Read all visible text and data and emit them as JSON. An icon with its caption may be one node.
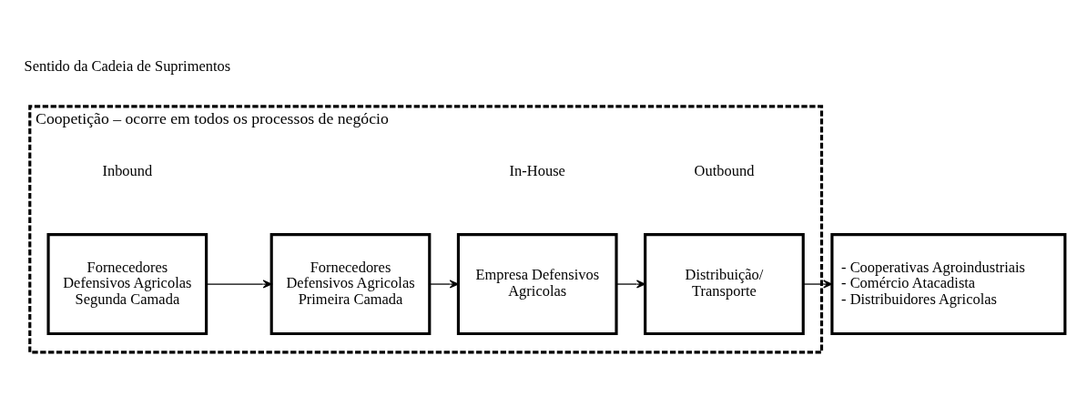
{
  "diagram": {
    "nodes": [
      {
        "text": [
          "Coopetição – ocorre em todos os processos de negócio"
        ]
      },
      {
        "text": [
          "Fornecedores Defensivos Agricolas Segunda Camada"
        ],
        "in": 0
      },
      {
        "text": [
          "Fornecedores Defensivos Agricolas Primeira Camada"
        ],
        "in": 0
      },
      {
        "text": [
          "Empresa Defensivos Agricolas"
        ],
        "in": 0
      },
      {
        "text": [
          "Distribuição/ Transporte"
        ],
        "in": 0
      },
      {
        "text": [
          "- Cooperativas Agroindustriais",
          "- Comércio Atacadista",
          "- Distribuidores Agricolas"
        ]
      }
    ],
    "edges": [
      {
        "from": 1,
        "to": 2,
        "arrow": "to"
      },
      {
        "from": 2,
        "to": 3,
        "arrow": "to"
      },
      {
        "from": 3,
        "to": 4,
        "arrow": "to"
      },
      {
        "from": 4,
        "to": 5,
        "arrow": "to"
      }
    ],
    "labels": [
      "Inbound",
      "In-House",
      "Outbound",
      "Sentido da Cadeia de Suprimentos"
    ]
  }
}
